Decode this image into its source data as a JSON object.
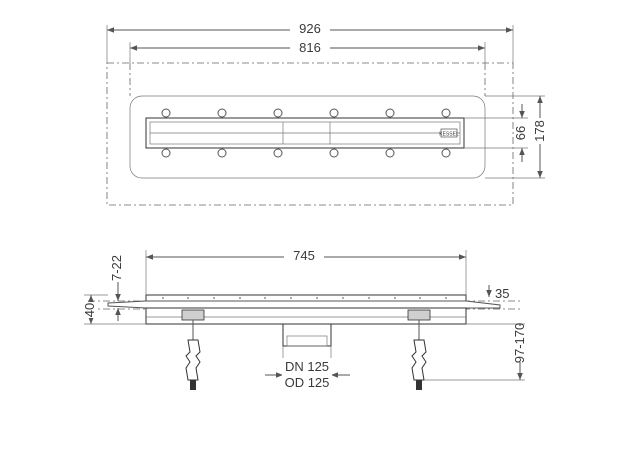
{
  "dimensions": {
    "overall_width": "926",
    "frame_width": "816",
    "channel_height": "66",
    "overall_height": "178",
    "channel_length": "745",
    "flange_height": "7-22",
    "frame_depth": "40",
    "slot_offset": "35",
    "foot_height": "97-170",
    "outlet_dn": "DN 125",
    "outlet_od": "OD 125"
  },
  "logo_text": "KESSEL",
  "colors": {
    "line": "#555555",
    "text": "#3a3a3a",
    "fill_grey": "#cfcfcf"
  }
}
